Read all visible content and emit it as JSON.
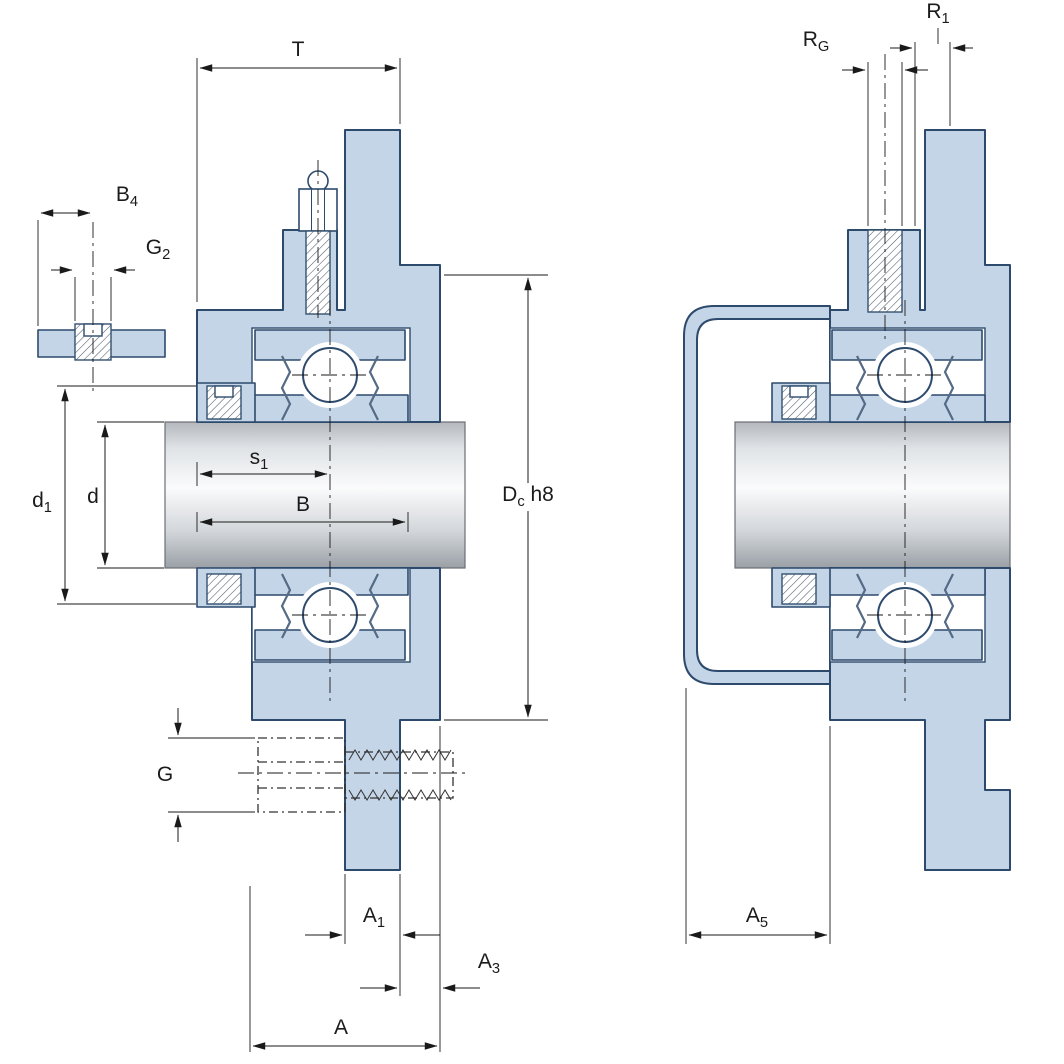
{
  "drawing": {
    "type": "bearing-unit-cross-section",
    "views": [
      "cast-flanged-housing-section",
      "pressed-steel-flange-housing-section"
    ]
  },
  "colors": {
    "housing_fill": "#c5d5e8",
    "outline": "#2d4a6d",
    "dimension_line": "#1a1a1a",
    "shaft_light": "#fbfbfc",
    "shaft_dark": "#9aa0a6",
    "background": "#ffffff"
  },
  "labels": {
    "T": {
      "main": "T",
      "sub": "",
      "suffix": ""
    },
    "B4": {
      "main": "B",
      "sub": "4",
      "suffix": ""
    },
    "G2": {
      "main": "G",
      "sub": "2",
      "suffix": ""
    },
    "d1": {
      "main": "d",
      "sub": "1",
      "suffix": ""
    },
    "d": {
      "main": "d",
      "sub": "",
      "suffix": ""
    },
    "s1": {
      "main": "s",
      "sub": "1",
      "suffix": ""
    },
    "B": {
      "main": "B",
      "sub": "",
      "suffix": ""
    },
    "G": {
      "main": "G",
      "sub": "",
      "suffix": ""
    },
    "A1": {
      "main": "A",
      "sub": "1",
      "suffix": ""
    },
    "A3": {
      "main": "A",
      "sub": "3",
      "suffix": ""
    },
    "A": {
      "main": "A",
      "sub": "",
      "suffix": ""
    },
    "Dc": {
      "main": "D",
      "sub": "c",
      "suffix": " h8"
    },
    "RG": {
      "main": "R",
      "sub": "G",
      "suffix": ""
    },
    "R1": {
      "main": "R",
      "sub": "1",
      "suffix": ""
    },
    "A5": {
      "main": "A",
      "sub": "5",
      "suffix": ""
    }
  }
}
